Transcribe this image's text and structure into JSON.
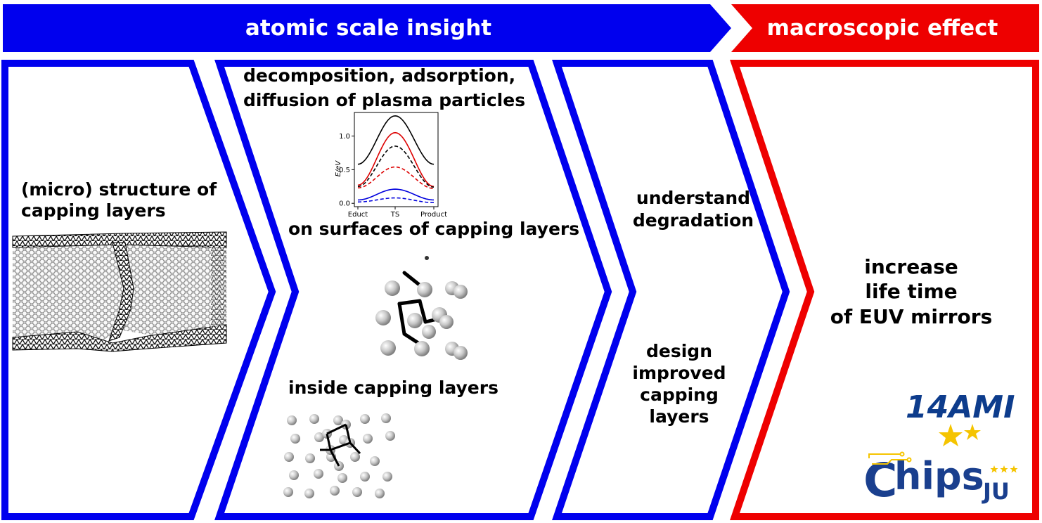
{
  "banner": {
    "atomic": "atomic scale insight",
    "macro": "macroscopic effect"
  },
  "panel1": {
    "line1": "(micro) structure of",
    "line2": "capping layers"
  },
  "panel2": {
    "top1": "decomposition, adsorption,",
    "top2": "diffusion of plasma particles",
    "mid": "on surfaces of capping layers",
    "bottom": "inside capping layers"
  },
  "panel3": {
    "u1": "understand",
    "u2": "degradation",
    "d1": "design",
    "d2": "improved",
    "d3": "capping",
    "d4": "layers"
  },
  "panel4": {
    "l1": "increase",
    "l2": "life time",
    "l3": "of EUV mirrors"
  },
  "logos": {
    "ami": "14AMI",
    "chips": "hips",
    "ju": "JU",
    "chipsC": "C"
  },
  "colors": {
    "blue": "#0000ee",
    "red": "#ee0000",
    "logoblue": "#0d3c8c",
    "star": "#f5c400"
  },
  "chart_data": {
    "type": "line",
    "ylabel": "E/eV",
    "xlabel": "",
    "categories": [
      "Educt",
      "TS",
      "Product"
    ],
    "yticks": [
      "0.0",
      "0.5",
      "1.0"
    ],
    "ylim": [
      -0.05,
      1.35
    ],
    "series": [
      {
        "values": [
          0.58,
          1.3,
          0.58
        ],
        "color": "#000000",
        "dash": "solid"
      },
      {
        "values": [
          0.27,
          1.05,
          0.25
        ],
        "color": "#dd0000",
        "dash": "solid"
      },
      {
        "values": [
          0.25,
          0.85,
          0.24
        ],
        "color": "#000000",
        "dash": "dashed"
      },
      {
        "values": [
          0.23,
          0.54,
          0.22
        ],
        "color": "#dd0000",
        "dash": "dashed"
      },
      {
        "values": [
          0.05,
          0.21,
          0.05
        ],
        "color": "#0000dd",
        "dash": "solid"
      },
      {
        "values": [
          0.02,
          0.08,
          0.01
        ],
        "color": "#0000dd",
        "dash": "dashed"
      }
    ]
  }
}
